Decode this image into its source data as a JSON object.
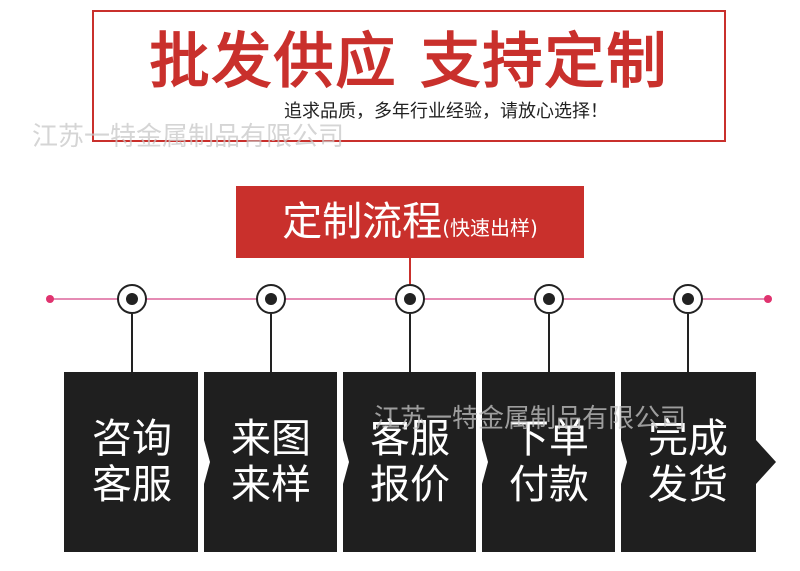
{
  "header": {
    "title": "批发供应 支持定制",
    "subtitle": "追求品质，多年行业经验，请放心选择！"
  },
  "watermark": "江苏一特金属制品有限公司",
  "process": {
    "title": "定制流程",
    "subtitle": "(快速出样)"
  },
  "steps": [
    {
      "line1": "咨询",
      "line2": "客服"
    },
    {
      "line1": "来图",
      "line2": "来样"
    },
    {
      "line1": "客服",
      "line2": "报价"
    },
    {
      "line1": "下单",
      "line2": "付款"
    },
    {
      "line1": "完成",
      "line2": "发货"
    }
  ],
  "colors": {
    "accent": "#c9302c",
    "dark": "#1f1f1f",
    "timeline": "#e58bb4",
    "timeline_dot": "#e0336f"
  }
}
